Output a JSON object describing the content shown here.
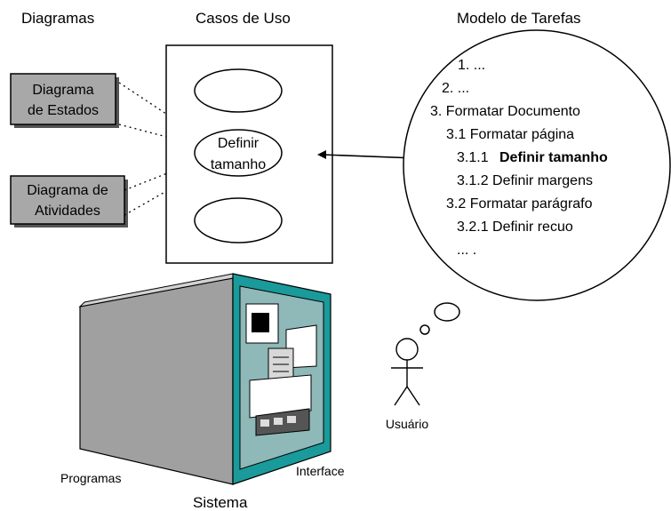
{
  "headers": {
    "diagrams": "Diagramas",
    "use_cases": "Casos de Uso",
    "task_model": "Modelo de Tarefas"
  },
  "diagram_boxes": {
    "states": [
      "Diagrama",
      "de Estados"
    ],
    "activities": [
      "Diagrama de",
      "Atividades"
    ]
  },
  "use_case_selected": [
    "Definir",
    "tamanho"
  ],
  "task_model": {
    "lines": [
      "1. ...",
      "2. ...",
      "3. Formatar Documento",
      "3.1 Formatar página",
      "3.1.1",
      "Definir tamanho",
      "3.1.2 Definir margens",
      "3.2 Formatar parágrafo",
      "3.2.1 Definir recuo",
      "... ."
    ]
  },
  "actor_label": "Usuário",
  "system": {
    "programs_label": "Programas",
    "interface_label": "Interface",
    "system_label": "Sistema"
  },
  "colors": {
    "box_fill": "#a8a8a8",
    "cube_front": "#a0a0a0",
    "cube_top": "#d2d2d2",
    "screen_teal": "#1a9a9a",
    "line": "#000000"
  }
}
